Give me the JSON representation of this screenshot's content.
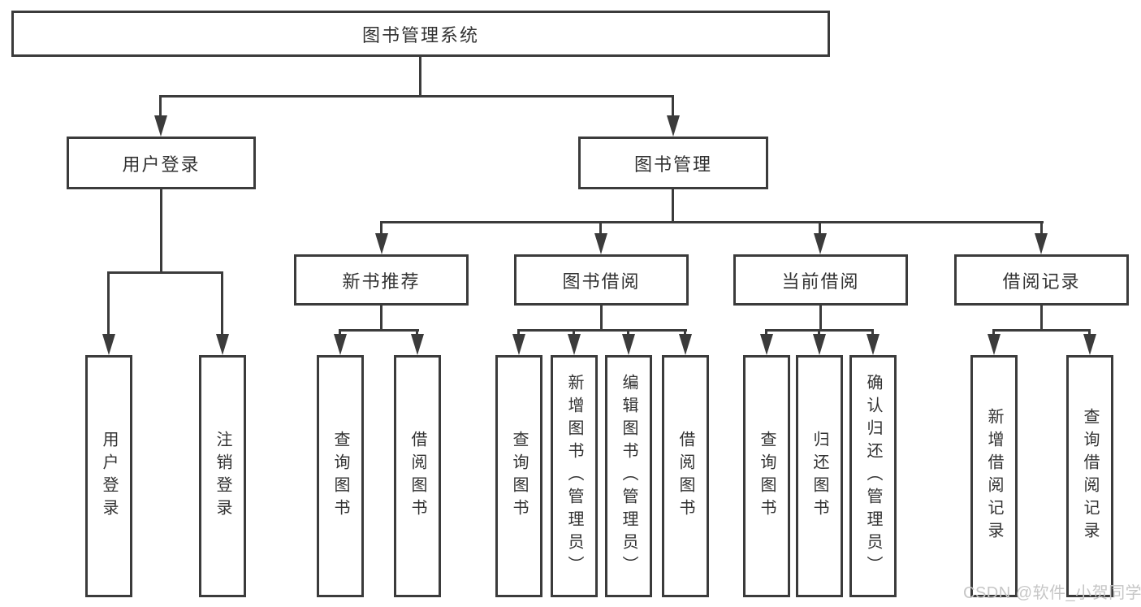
{
  "diagram": {
    "root": "图书管理系统",
    "children": [
      {
        "label": "用户登录",
        "children": [
          {
            "label": "用户登录"
          },
          {
            "label": "注销登录"
          }
        ]
      },
      {
        "label": "图书管理",
        "children": [
          {
            "label": "新书推荐",
            "children": [
              {
                "label": "查询图书"
              },
              {
                "label": "借阅图书"
              }
            ]
          },
          {
            "label": "图书借阅",
            "children": [
              {
                "label": "查询图书"
              },
              {
                "label": "新增图书（管理员）"
              },
              {
                "label": "编辑图书（管理员）"
              },
              {
                "label": "借阅图书"
              }
            ]
          },
          {
            "label": "当前借阅",
            "children": [
              {
                "label": "查询图书"
              },
              {
                "label": "归还图书"
              },
              {
                "label": "确认归还（管理员）"
              }
            ]
          },
          {
            "label": "借阅记录",
            "children": [
              {
                "label": "新增借阅记录"
              },
              {
                "label": "查询借阅记录"
              }
            ]
          }
        ]
      }
    ]
  },
  "watermark": "CSDN @软件_小贺同学",
  "colors": {
    "line": "#3b3b3b",
    "box_border": "#3b3b3b",
    "text": "#323232",
    "watermark": "#c6c6c6",
    "background": "#ffffff"
  }
}
